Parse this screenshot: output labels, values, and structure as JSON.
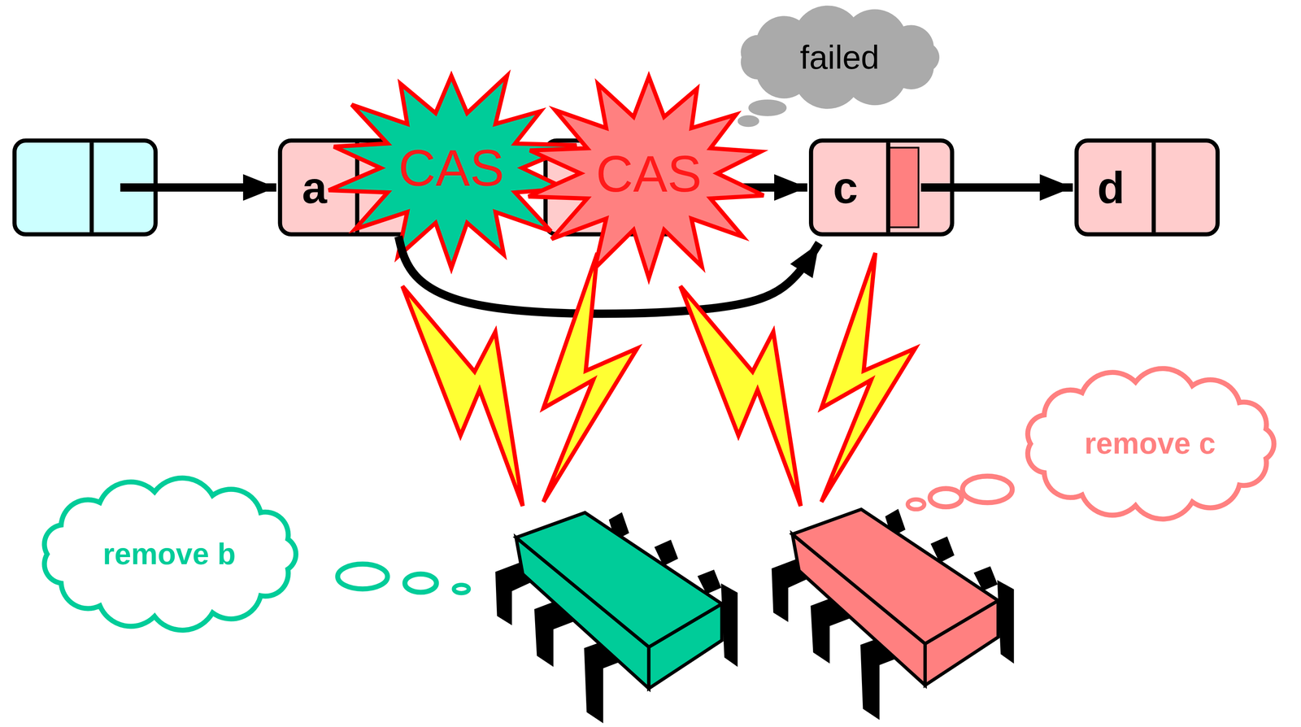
{
  "diagram": {
    "nodes": [
      {
        "text": []
      },
      {
        "text": [
          "a"
        ]
      },
      {
        "text": []
      },
      {
        "text": [
          "c"
        ]
      },
      {
        "text": [
          "d"
        ]
      },
      {
        "text": [
          "CAS"
        ]
      },
      {
        "text": [
          "CAS"
        ]
      },
      {
        "text": [
          "failed"
        ]
      },
      {
        "text": [
          "remove b"
        ]
      },
      {
        "text": [
          "remove c"
        ]
      }
    ],
    "edges": [
      {
        "from": 0,
        "to": 1,
        "arrow": "to"
      },
      {
        "from": 2,
        "to": 3,
        "arrow": "to"
      },
      {
        "from": 3,
        "to": 4,
        "arrow": "to"
      },
      {
        "from": 1,
        "to": 3,
        "arrow": "to"
      }
    ]
  }
}
